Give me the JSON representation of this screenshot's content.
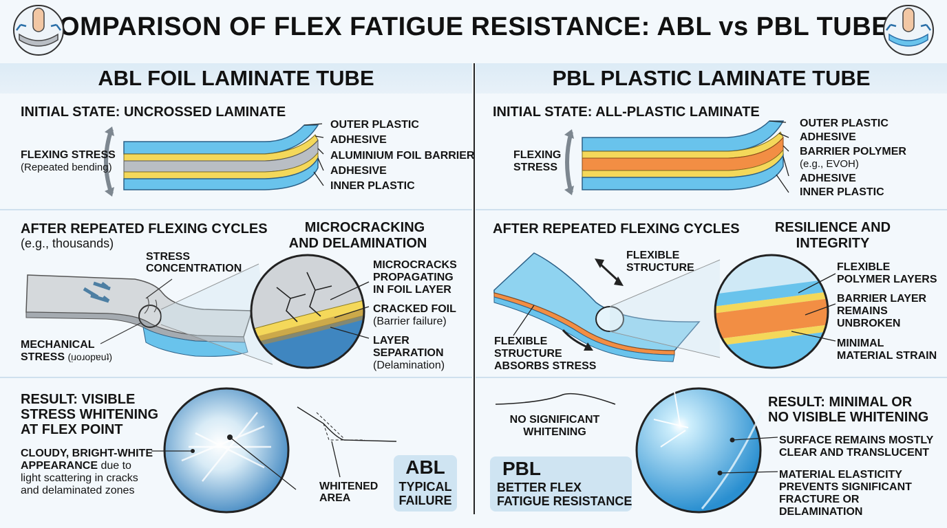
{
  "header": {
    "title": "COMPARISON OF FLEX FATIGUE RESISTANCE: ABL vs PBL TUBES"
  },
  "icons": {
    "left": "finger-bending-gray-tube-icon",
    "right": "finger-bending-blue-tube-icon"
  },
  "colors": {
    "plastic": "#69c3ec",
    "adhesive": "#f4d85a",
    "foil": "#b9bec4",
    "barrier": "#f28e44",
    "accent": "#2a8fd0"
  },
  "abl": {
    "title": "ABL FOIL LAMINATE TUBE",
    "initial": {
      "heading": "INITIAL STATE: UNCROSSED LAMINATE",
      "stress_label": "FLEXING STRESS",
      "stress_note": "(Repeated bending)",
      "layers": [
        "OUTER PLASTIC",
        "ADHESIVE",
        "ALUMINIUM FOIL BARRIER",
        "ADHESIVE",
        "INNER PLASTIC"
      ]
    },
    "cycles": {
      "heading": "AFTER REPEATED FLEXING CYCLES",
      "note": "(e.g., thousands)",
      "zoom_title_1": "MICROCRACKING",
      "zoom_title_2": "AND DELAMINATION",
      "stress_conc_1": "STRESS",
      "stress_conc_2": "CONCENTRATION",
      "mech_1": "MECHANICAL",
      "mech_2": "STRESS",
      "mech_note": "(ᴉɹoɹopɐuʇ)",
      "callout1": [
        "MICROCRACKS",
        "PROPAGATING",
        "IN FOIL LAYER"
      ],
      "callout2": "CRACKED FOIL",
      "callout2_note": "(Barrier failure)",
      "callout3": [
        "LAYER",
        "SEPARATION"
      ],
      "callout3_note": "(Delamination)"
    },
    "result": {
      "heading": [
        "RESULT: VISIBLE",
        "STRESS WHITENING",
        "AT FLEX POINT"
      ],
      "desc_bold": [
        "CLOUDY, BRIGHT-WHITE",
        "APPEARANCE"
      ],
      "desc_tail": "due to",
      "desc": [
        "light scattering in cracks",
        "and delaminated zones"
      ],
      "whitened": [
        "WHITENED",
        "AREA"
      ],
      "badge": [
        "ABL",
        "TYPICAL",
        "FAILURE"
      ]
    }
  },
  "pbl": {
    "title": "PBL PLASTIC LAMINATE TUBE",
    "initial": {
      "heading": "INITIAL STATE: ALL-PLASTIC LAMINATE",
      "stress_label": [
        "FLEXING",
        "STRESS"
      ],
      "layers": [
        "OUTER PLASTIC",
        "ADHESIVE",
        "BARRIER POLYMER",
        "ADHESIVE",
        "INNER PLASTIC"
      ],
      "barrier_note": "(e.g., EVOH)"
    },
    "cycles": {
      "heading": "AFTER REPEATED FLEXING CYCLES",
      "zoom_title": [
        "RESILIENCE AND",
        "INTEGRITY"
      ],
      "flex_struct": [
        "FLEXIBLE",
        "STRUCTURE"
      ],
      "absorbs": [
        "FLEXIBLE",
        "STRUCTURE",
        "ABSORBS STRESS"
      ],
      "callout1": [
        "FLEXIBLE",
        "POLYMER LAYERS"
      ],
      "callout2": [
        "BARRIER LAYER",
        "REMAINS",
        "UNBROKEN"
      ],
      "callout3": [
        "MINIMAL",
        "MATERIAL STRAIN"
      ]
    },
    "result": {
      "no_whitening": [
        "NO SIGNIFICANT",
        "WHITENING"
      ],
      "heading": [
        "RESULT: MINIMAL OR",
        "NO VISIBLE WHITENING"
      ],
      "callout1": [
        "SURFACE REMAINS MOSTLY",
        "CLEAR AND TRANSLUCENT"
      ],
      "callout2": [
        "MATERIAL ELASTICITY",
        "PREVENTS SIGNIFICANT",
        "FRACTURE OR",
        "DELAMINATION"
      ],
      "badge": [
        "PBL",
        "BETTER FLEX",
        "FATIGUE RESISTANCE"
      ]
    }
  }
}
